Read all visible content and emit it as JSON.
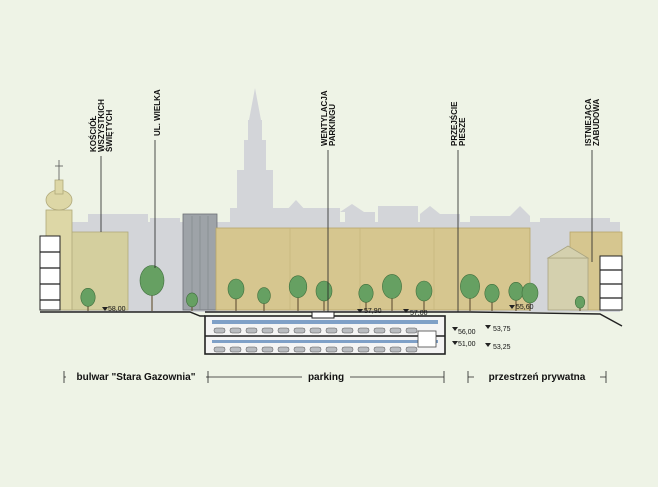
{
  "labels": {
    "church": [
      "KOŚCIÓŁ",
      "WSZYSTKICH",
      "ŚWIĘTYCH"
    ],
    "street": "UL. WIELKA",
    "ventilation": [
      "WENTYLACJA",
      "PARKINGU"
    ],
    "crossing": [
      "PRZEJŚCIE",
      "PIESZE"
    ],
    "existing": [
      "ISTNIEJĄCA",
      "ZABUDOWA"
    ]
  },
  "elevations": {
    "e58": "58,00",
    "e57_90": "57,90",
    "e57_00": "57,00",
    "e55_60": "55,60",
    "e56_00": "56,00",
    "e51_00": "51,00",
    "e53_75": "53,75",
    "e53_25": "53,25"
  },
  "zones": {
    "boulevard": "bulwar \"Stara Gazownia\"",
    "parking": "parking",
    "private": "przestrzeń prywatna"
  },
  "colors": {
    "background": "#eef3e6",
    "silhouette": "#d2d4d8",
    "building": "#d8c98f",
    "tree": "#66a062",
    "ground": "#222222"
  }
}
